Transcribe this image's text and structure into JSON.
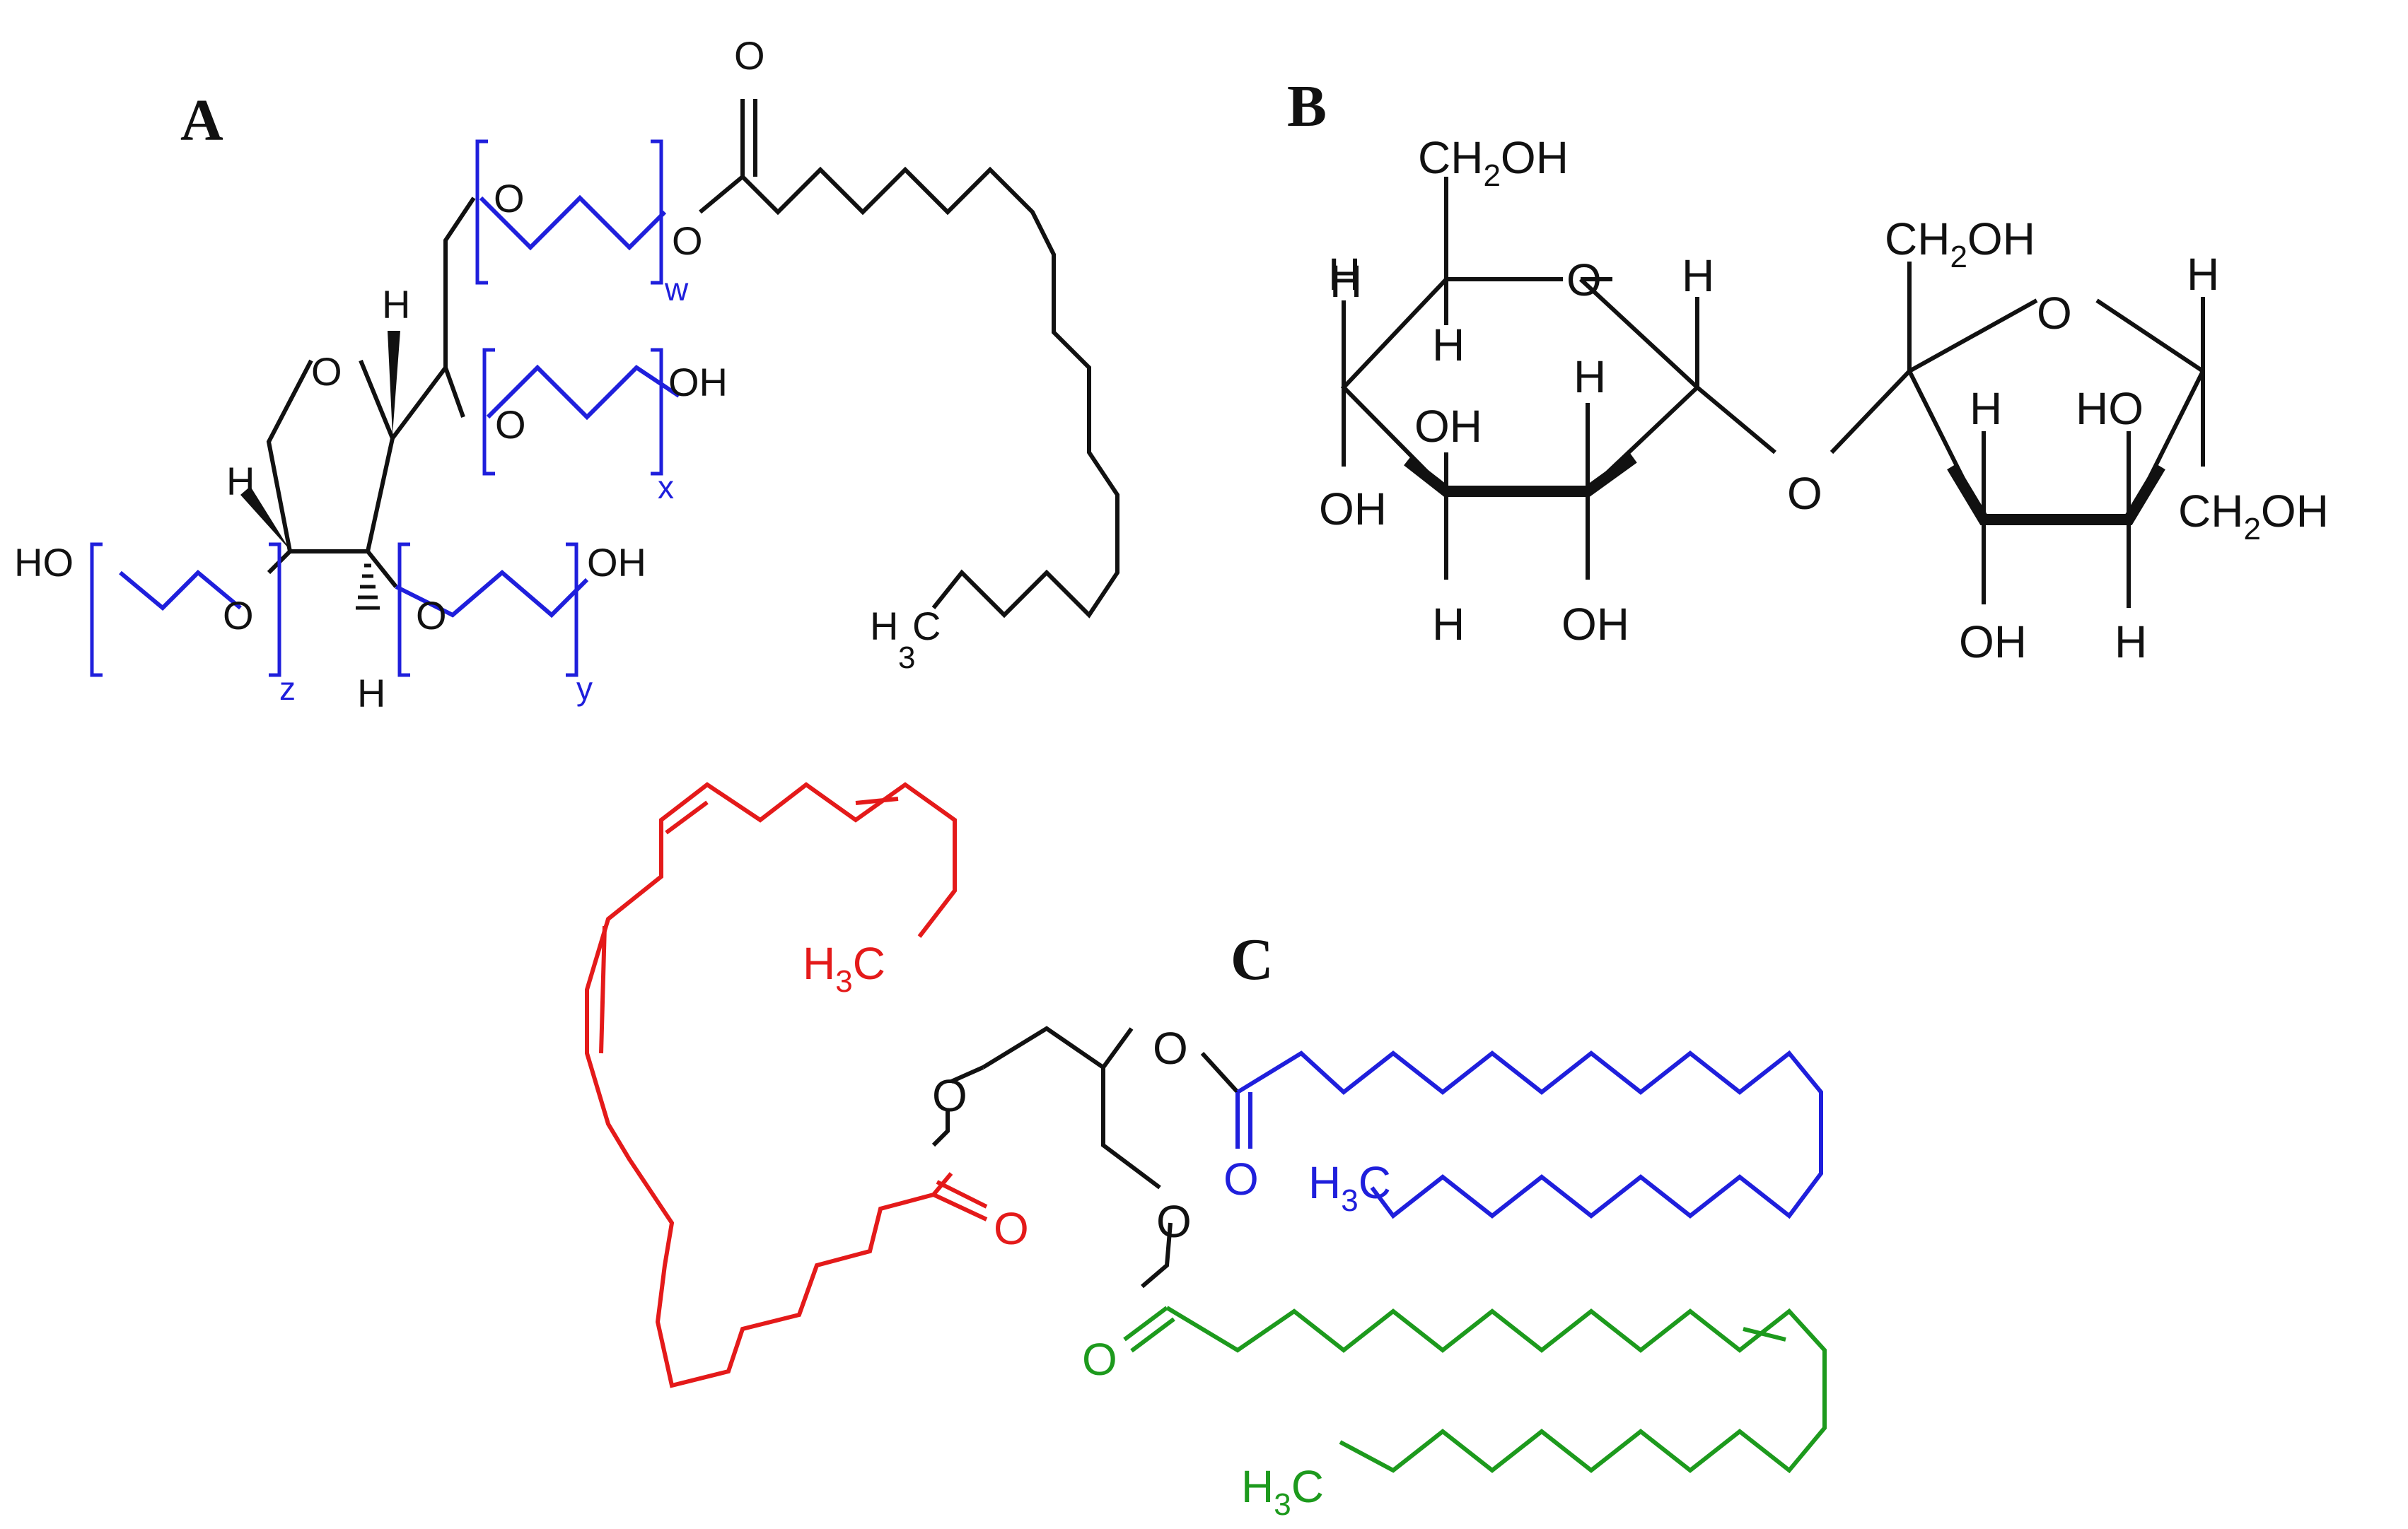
{
  "colors": {
    "black": "#111111",
    "blue": "#1f1fdc",
    "red": "#e41a1a",
    "green": "#1d9a1d"
  },
  "panels": {
    "a": {
      "label": "A"
    },
    "b": {
      "label": "B"
    },
    "c": {
      "label": "C"
    }
  },
  "molecule_a": {
    "carbonyl_o": "O",
    "ester_o": "O",
    "ring_o": "O",
    "chain_w_o": "O",
    "chain_x_o": "O",
    "chain_x_oh": "OH",
    "chain_z_ho": "HO",
    "chain_z_o": "O",
    "chain_y_o": "O",
    "chain_y_oh": "OH",
    "h_top": "H",
    "h_left": "H",
    "h_bottom": "H",
    "methyl_h": "H",
    "methyl_sub": "3",
    "methyl_c": "C",
    "index_w": "w",
    "index_x": "x",
    "index_y": "y",
    "index_z": "z"
  },
  "molecule_b": {
    "glu_ch2oh": "CH",
    "glu_ch2oh_sub": "2",
    "glu_ch2oh_tail": "OH",
    "glu_ring_o": "O",
    "glu_h_c5": "H",
    "glu_h_c5_lower": "H",
    "glu_h_c1": "H",
    "glu_h_c4": "H",
    "glu_oh_c3_up": "OH",
    "glu_h_c2_up": "H",
    "glu_oh_c4": "OH",
    "glu_h_c3": "H",
    "glu_oh_c2": "OH",
    "bridge_o": "O",
    "fru_ch2oh_top": "CH",
    "fru_ch2oh_top_sub": "2",
    "fru_ch2oh_top_tail": "OH",
    "fru_ring_o": "O",
    "fru_h_c5": "H",
    "fru_h_c3_up": "H",
    "fru_ho_c4": "HO",
    "fru_ch2oh_right": "CH",
    "fru_ch2oh_right_sub": "2",
    "fru_ch2oh_right_tail": "OH",
    "fru_oh_c3": "OH",
    "fru_h_c4": "H"
  },
  "molecule_c": {
    "red_methyl": "H",
    "red_methyl_sub": "3",
    "red_methyl_c": "C",
    "red_carbonyl_o": "O",
    "ester1_o": "O",
    "ester2_o": "O",
    "blue_carbonyl_o": "O",
    "blue_methyl": "H",
    "blue_methyl_sub": "3",
    "blue_methyl_c": "C",
    "ester3_o": "O",
    "green_carbonyl_o": "O",
    "green_methyl": "H",
    "green_methyl_sub": "3",
    "green_methyl_c": "C"
  }
}
